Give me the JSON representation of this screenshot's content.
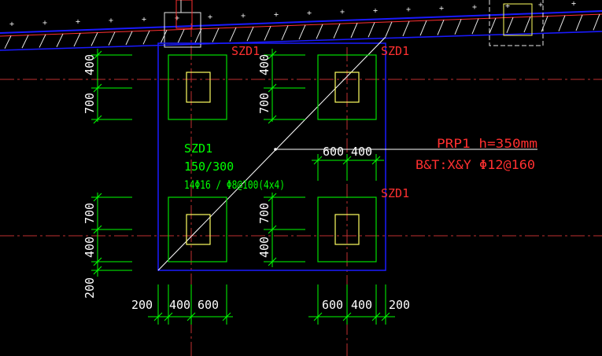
{
  "colors": {
    "background": "#000000",
    "dim_green": "#00ff00",
    "pile_green": "#00e000",
    "cap_blue": "#1a1aff",
    "label_red": "#ff3030",
    "axis_red": "#c03030",
    "column_yellow": "#ffff60",
    "white": "#ffffff",
    "hatch": "#e8e8e8"
  },
  "labels": {
    "szd_top_mid": "SZD1",
    "szd_top_right": "SZD1",
    "szd_mid_right": "SZD1",
    "pile_mark": "SZD1",
    "pile_size": "150/300",
    "pile_reinf": "14Φ16 / Φ8@100(4x4)",
    "cap_name": "PRP1 h=350mm",
    "cap_reinf": "B&T:X&Y Φ12@160"
  },
  "dims": {
    "left_top_400": "400",
    "left_top_700": "700",
    "mid_top_400": "400",
    "mid_top_700": "700",
    "right_mid_600": "600",
    "right_mid_400": "400",
    "left_bot_700": "700",
    "left_bot_400": "400",
    "left_bot_200": "200",
    "mid_bot_700": "700",
    "mid_bot_400": "400",
    "bottom_200_left": "200",
    "bottom_400_left": "400",
    "bottom_600_left": "600",
    "bottom_600_right": "600",
    "bottom_400_right": "400",
    "bottom_200_right": "200"
  }
}
